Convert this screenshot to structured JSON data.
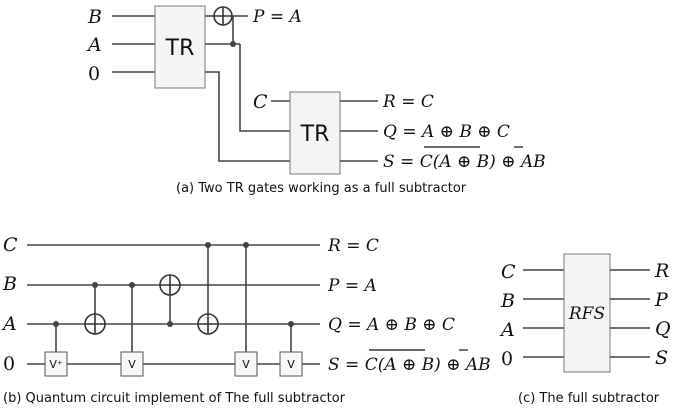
{
  "diagram_a": {
    "gate1_label": "TR",
    "gate2_label": "TR",
    "inputs": [
      "B",
      "A",
      "0"
    ],
    "input2": "C",
    "out_p": "P = A",
    "out_r": "R = C",
    "out_q": "Q = A ⊕ B ⊕ C",
    "out_s": "S = C(A ⊕ B) ⊕ AB",
    "caption": "(a) Two TR gates working as a full subtractor"
  },
  "diagram_b": {
    "inputs": [
      "C",
      "B",
      "A",
      "0"
    ],
    "v_dagger_label": "V⁺",
    "v_label": "V",
    "out_r": "R = C",
    "out_p": "P = A",
    "out_q": "Q = A ⊕ B ⊕ C",
    "out_s": "S = C(A ⊕ B) ⊕ AB",
    "caption": "(b) Quantum circuit implement of  The full subtractor"
  },
  "diagram_c": {
    "inputs": [
      "C",
      "B",
      "A",
      "0"
    ],
    "outputs": [
      "R",
      "P",
      "Q",
      "S"
    ],
    "block_label": "RFS",
    "caption": "(c) The full subtractor"
  }
}
